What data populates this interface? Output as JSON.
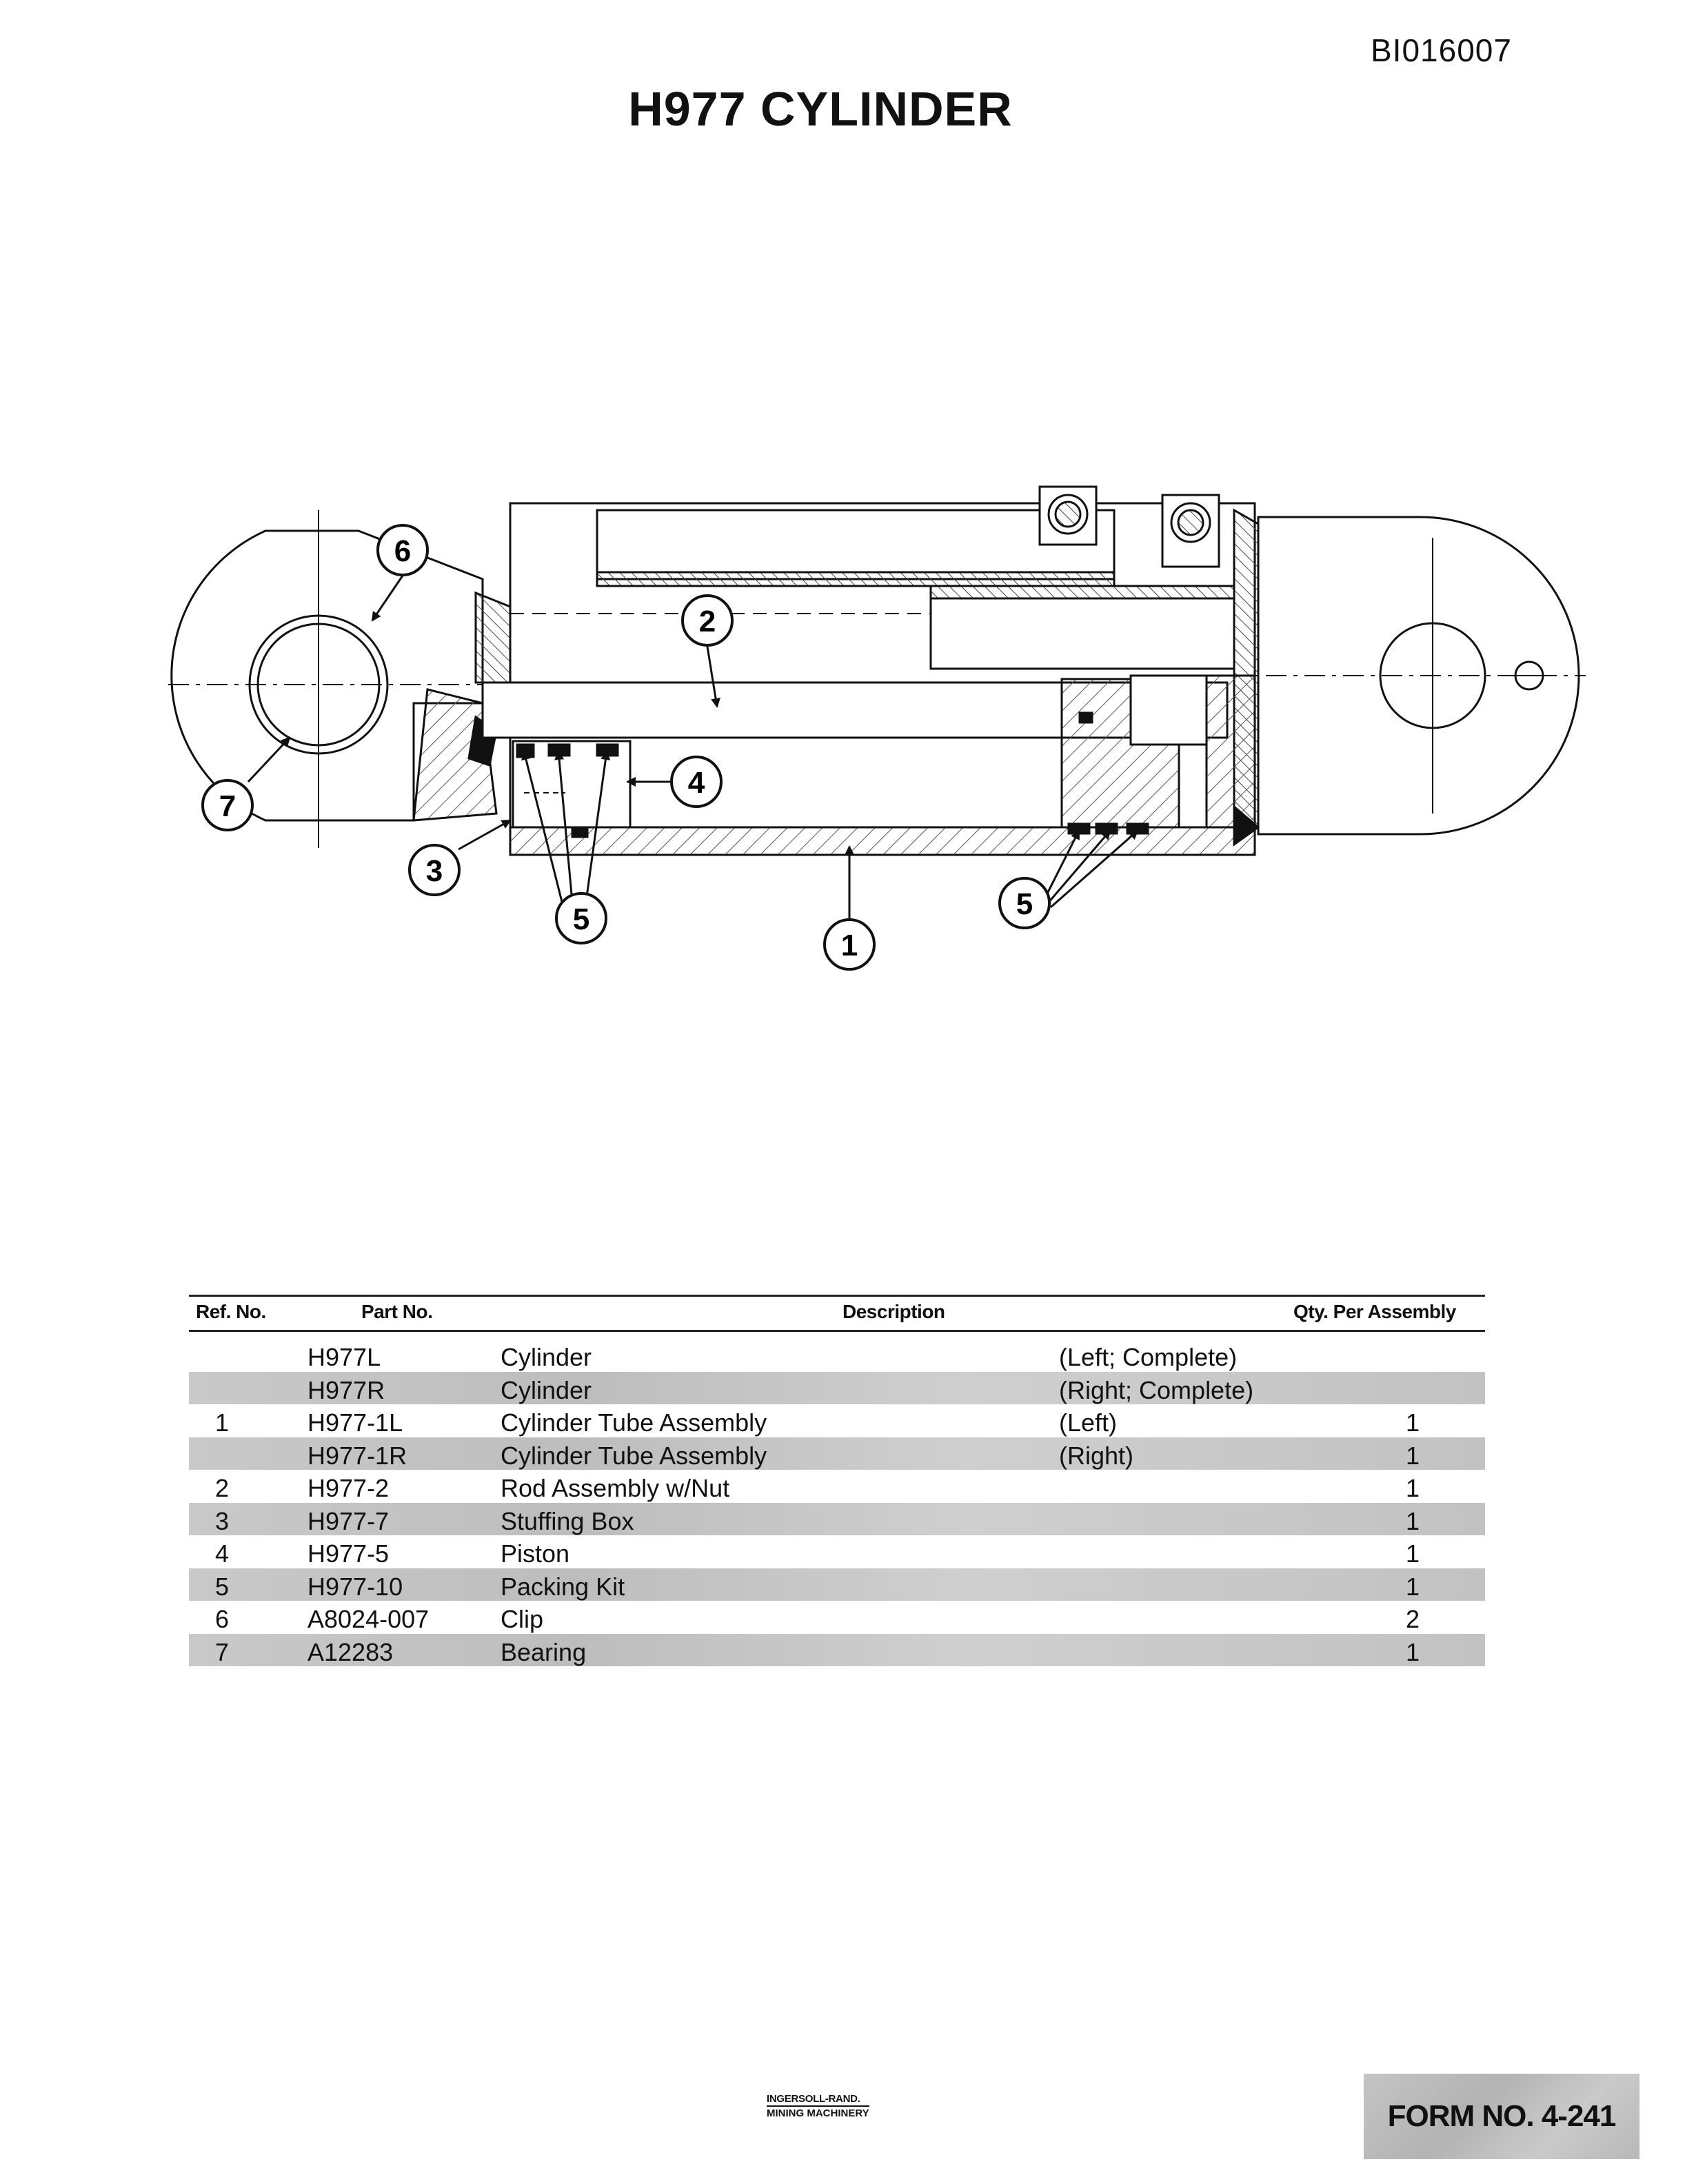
{
  "header": {
    "doc_id": "BI016007",
    "title": "H977 CYLINDER"
  },
  "diagram": {
    "callouts": [
      "1",
      "2",
      "3",
      "4",
      "5",
      "5",
      "6",
      "7"
    ]
  },
  "table": {
    "headers": {
      "ref": "Ref. No.",
      "part": "Part No.",
      "desc": "Description",
      "qty": "Qty. Per Assembly"
    },
    "rows": [
      {
        "ref": "",
        "part": "H977L",
        "desc": "Cylinder",
        "note": "(Left; Complete)",
        "qty": "",
        "shaded": false
      },
      {
        "ref": "",
        "part": "H977R",
        "desc": "Cylinder",
        "note": "(Right; Complete)",
        "qty": "",
        "shaded": true
      },
      {
        "ref": "1",
        "part": "H977-1L",
        "desc": "Cylinder Tube Assembly",
        "note": "(Left)",
        "qty": "1",
        "shaded": false
      },
      {
        "ref": "",
        "part": "H977-1R",
        "desc": "Cylinder Tube Assembly",
        "note": "(Right)",
        "qty": "1",
        "shaded": true
      },
      {
        "ref": "2",
        "part": "H977-2",
        "desc": "Rod Assembly w/Nut",
        "note": "",
        "qty": "1",
        "shaded": false
      },
      {
        "ref": "3",
        "part": "H977-7",
        "desc": "Stuffing Box",
        "note": "",
        "qty": "1",
        "shaded": true
      },
      {
        "ref": "4",
        "part": "H977-5",
        "desc": "Piston",
        "note": "",
        "qty": "1",
        "shaded": false
      },
      {
        "ref": "5",
        "part": "H977-10",
        "desc": "Packing Kit",
        "note": "",
        "qty": "1",
        "shaded": true
      },
      {
        "ref": "6",
        "part": "A8024-007",
        "desc": "Clip",
        "note": "",
        "qty": "2",
        "shaded": false
      },
      {
        "ref": "7",
        "part": "A12283",
        "desc": "Bearing",
        "note": "",
        "qty": "1",
        "shaded": true
      }
    ]
  },
  "footer": {
    "logo_line1": "INGERSOLL-RAND.",
    "logo_line2": "MINING MACHINERY",
    "form_no": "FORM NO. 4-241"
  }
}
